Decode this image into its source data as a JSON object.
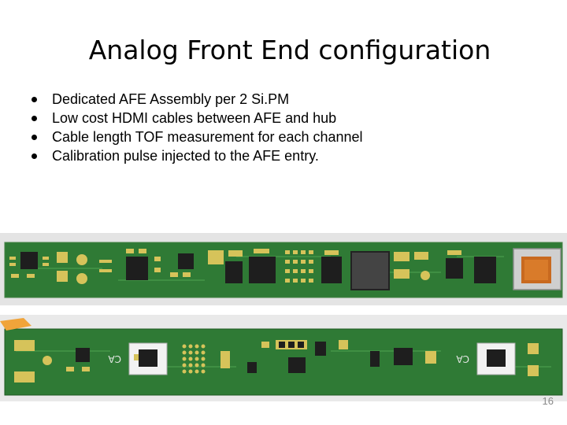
{
  "slide": {
    "title": "Analog Front End configuration",
    "bullets": [
      "Dedicated AFE Assembly per 2 Si.PM",
      "Low cost HDMI cables between AFE and hub",
      "Cable length TOF measurement for each channel",
      "Calibration pulse injected to the AFE entry."
    ],
    "page_number": "16"
  },
  "images": {
    "board_top": "pcb-afe-board-top",
    "board_bottom": "pcb-afe-board-bottom",
    "silkscreen_label": "CA"
  },
  "colors": {
    "pcb_green": "#2f7a35",
    "pad_gold": "#d6c35a",
    "chip_black": "#1e1e1e"
  }
}
